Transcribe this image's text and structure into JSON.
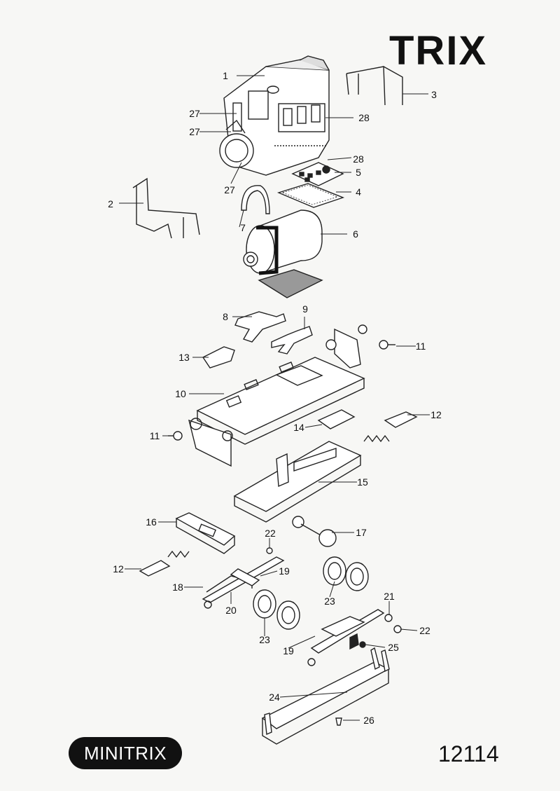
{
  "brand": "TRIX",
  "badge": "MINITRIX",
  "article_number": "12114",
  "callouts": [
    "1",
    "2",
    "3",
    "4",
    "5",
    "6",
    "7",
    "8",
    "9",
    "10",
    "11",
    "11",
    "12",
    "12",
    "13",
    "14",
    "15",
    "16",
    "17",
    "18",
    "19",
    "19",
    "20",
    "21",
    "22",
    "22",
    "23",
    "23",
    "24",
    "25",
    "26",
    "27",
    "27",
    "27",
    "28",
    "28"
  ]
}
